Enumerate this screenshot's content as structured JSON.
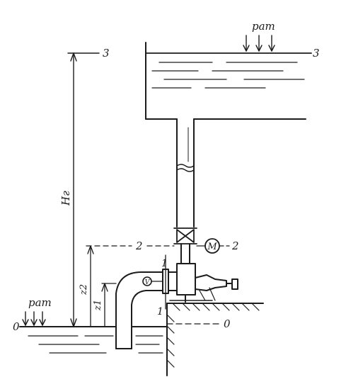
{
  "labels": {
    "level_3_left": "3",
    "level_3_right": "3",
    "level_2_left": "2",
    "level_2_right": "2",
    "level_1_top": "1",
    "level_1_bottom": "1",
    "level_0_left": "0",
    "level_0_right": "0",
    "height_total": "Hг",
    "z2": "z2",
    "z1": "z1",
    "pressure_top": "pат",
    "pressure_left": "pат",
    "manometer": "M",
    "vacuum_gauge": "V"
  },
  "colors": {
    "ink": "#1c1c1c",
    "paper": "#ffffff"
  }
}
